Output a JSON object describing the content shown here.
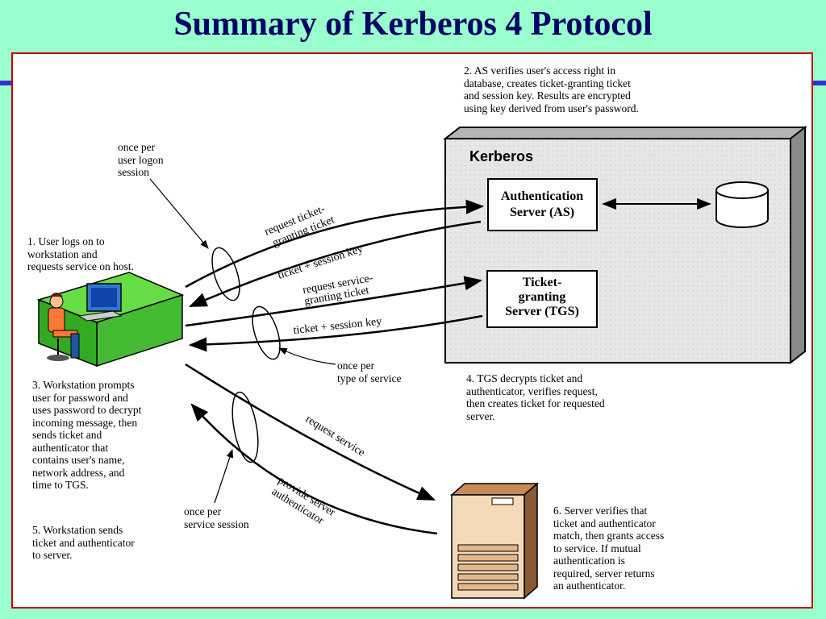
{
  "title": "Summary of Kerberos 4 Protocol",
  "kerberos_label": "Kerberos",
  "as_box": [
    "Authentication",
    "Server (AS)"
  ],
  "tgs_box": [
    "Ticket-",
    "granting",
    "Server (TGS)"
  ],
  "notes": {
    "step1": "1. User logs on to\nworkstation and\nrequests service on host.",
    "step2": "2. AS verifies user's access right in\ndatabase, creates ticket-granting ticket\nand session key. Results are encrypted\nusing key derived from user's password.",
    "step3": "3. Workstation prompts\nuser for password and\nuses password to decrypt\nincoming message, then\nsends ticket and\nauthenticator that\ncontains user's name,\nnetwork address, and\ntime to TGS.",
    "step4": "4. TGS decrypts ticket and\nauthenticator, verifies request,\nthen creates ticket for requested\nserver.",
    "step5": "5. Workstation sends\nticket and authenticator\nto server.",
    "step6": "6. Server verifies that\nticket and authenticator\nmatch, then grants access\nto service. If mutual\nauthentication is\nrequired, server returns\nan authenticator.",
    "once_logon": "once per\nuser logon\nsession",
    "once_service_type": "once per\ntype of service",
    "once_service_session": "once per\nservice session"
  },
  "arrows": {
    "req_tgt_1": "request ticket-",
    "req_tgt_2": "granting ticket",
    "ticket_key_1": "ticket + session key",
    "req_sgt_1": "request service-",
    "req_sgt_2": "granting ticket",
    "ticket_key_2": "ticket + session key",
    "req_service": "request service",
    "provide_1": "provide server",
    "provide_2": "authenticator"
  },
  "colors": {
    "background": "#99ffcc",
    "title": "#000066",
    "frame": "#cc0000",
    "bar": "#3333cc"
  }
}
